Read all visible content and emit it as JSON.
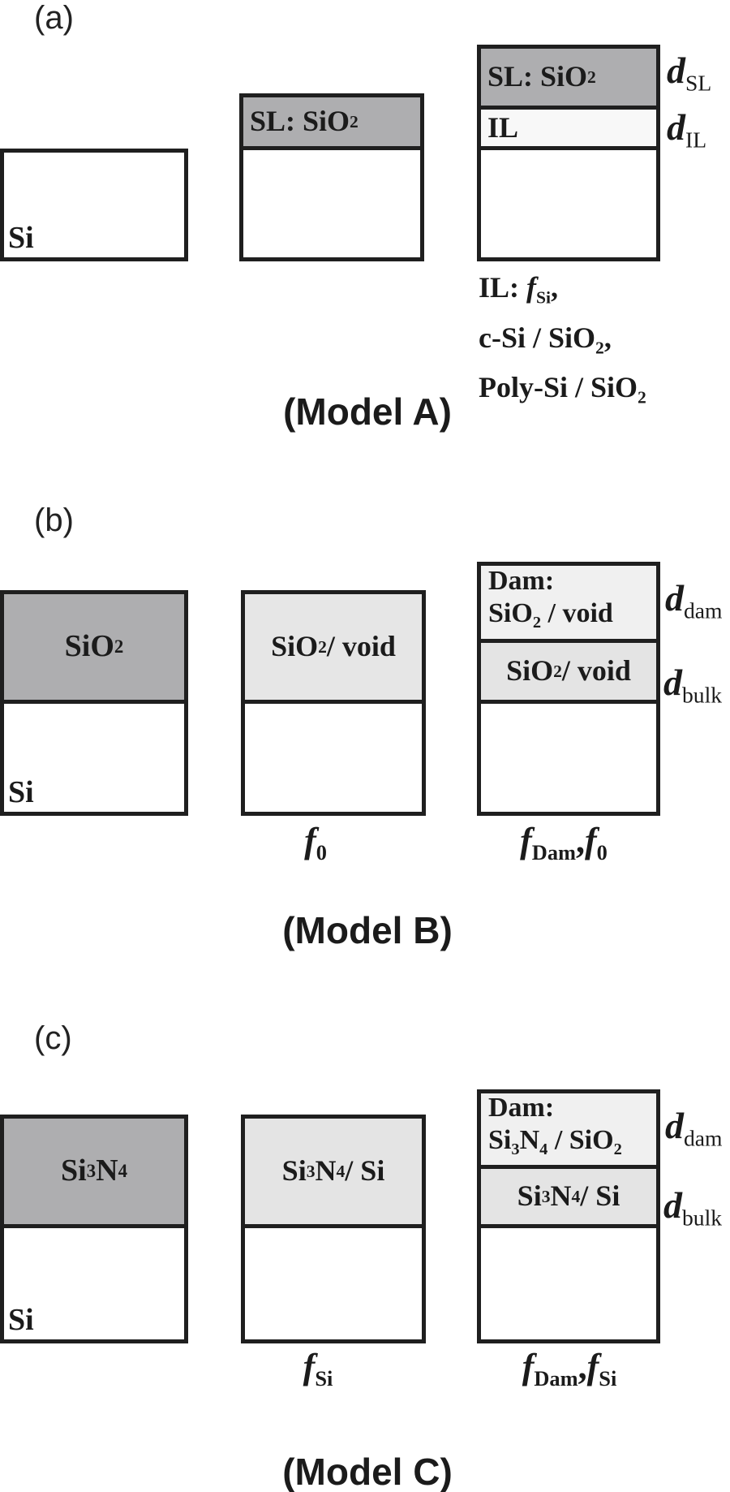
{
  "colors": {
    "band_medium_gray": "#aeaeb0",
    "band_interlayer_gray": "#f8f8f8",
    "band_light_gray": "#e6e6e6",
    "band_lighter_gray": "#f0f0f0",
    "band_bulk_gray": "#e4e4e4",
    "line_ink": "#1f1f1f"
  },
  "panel_a": {
    "tag": "(a)",
    "substrate_label": "Si",
    "box2_band": [
      {
        "t": "SL: SiO"
      },
      {
        "t": "2",
        "sub": true
      }
    ],
    "box3_sl_band": [
      {
        "t": "SL: SiO"
      },
      {
        "t": "2",
        "sub": true
      }
    ],
    "box3_il_band": [
      {
        "t": "IL"
      }
    ],
    "d_sl": [
      {
        "t": "d",
        "i": true
      },
      {
        "t": "SL",
        "sub": true,
        "rg": true
      }
    ],
    "d_il": [
      {
        "t": "d",
        "i": true
      },
      {
        "t": "IL",
        "sub": true,
        "rg": true
      }
    ],
    "il_note_line1": [
      {
        "t": "IL: "
      },
      {
        "t": "f",
        "i": true
      },
      {
        "t": "Si",
        "sub": true
      },
      {
        "t": ","
      }
    ],
    "il_note_line2": [
      {
        "t": "c-Si / SiO"
      },
      {
        "t": "2",
        "sub": true
      },
      {
        "t": ","
      }
    ],
    "il_note_line3": [
      {
        "t": "Poly-Si / SiO"
      },
      {
        "t": "2",
        "sub": true
      }
    ],
    "model_label": "(Model A)"
  },
  "panel_b": {
    "tag": "(b)",
    "substrate_label": "Si",
    "box1_band": [
      {
        "t": "SiO"
      },
      {
        "t": "2",
        "sub": true
      }
    ],
    "box2_band": [
      {
        "t": "SiO"
      },
      {
        "t": "2",
        "sub": true
      },
      {
        "t": " / void"
      }
    ],
    "box3_dam_line1": [
      {
        "t": "Dam:"
      }
    ],
    "box3_dam_line2": [
      {
        "t": "SiO"
      },
      {
        "t": "2",
        "sub": true
      },
      {
        "t": " / void"
      }
    ],
    "box3_bulk_band": [
      {
        "t": "SiO"
      },
      {
        "t": "2",
        "sub": true
      },
      {
        "t": " / void"
      }
    ],
    "d_dam": [
      {
        "t": "d",
        "i": true
      },
      {
        "t": "dam",
        "sub": true,
        "rg": true
      }
    ],
    "d_bulk": [
      {
        "t": "d",
        "i": true
      },
      {
        "t": "bulk",
        "sub": true,
        "rg": true
      }
    ],
    "f_box2": [
      {
        "t": "f",
        "i": true
      },
      {
        "t": "0",
        "sub": true
      }
    ],
    "f_box3": [
      {
        "t": "f",
        "i": true
      },
      {
        "t": "Dam",
        "sub": true
      },
      {
        "t": ","
      },
      {
        "t": "f",
        "i": true
      },
      {
        "t": "0",
        "sub": true
      }
    ],
    "model_label": "(Model B)"
  },
  "panel_c": {
    "tag": "(c)",
    "substrate_label": "Si",
    "box1_band": [
      {
        "t": "Si"
      },
      {
        "t": "3",
        "sub": true
      },
      {
        "t": "N"
      },
      {
        "t": "4",
        "sub": true
      }
    ],
    "box2_band": [
      {
        "t": "Si"
      },
      {
        "t": "3",
        "sub": true
      },
      {
        "t": "N"
      },
      {
        "t": "4",
        "sub": true
      },
      {
        "t": " / Si"
      }
    ],
    "box3_dam_line1": [
      {
        "t": "Dam:"
      }
    ],
    "box3_dam_line2": [
      {
        "t": "Si"
      },
      {
        "t": "3",
        "sub": true
      },
      {
        "t": "N"
      },
      {
        "t": "4",
        "sub": true
      },
      {
        "t": " / SiO"
      },
      {
        "t": "2",
        "sub": true
      }
    ],
    "box3_bulk_band": [
      {
        "t": "Si"
      },
      {
        "t": "3",
        "sub": true
      },
      {
        "t": "N"
      },
      {
        "t": "4",
        "sub": true
      },
      {
        "t": " / Si"
      }
    ],
    "d_dam": [
      {
        "t": "d",
        "i": true
      },
      {
        "t": "dam",
        "sub": true,
        "rg": true
      }
    ],
    "d_bulk": [
      {
        "t": "d",
        "i": true
      },
      {
        "t": "bulk",
        "sub": true,
        "rg": true
      }
    ],
    "f_box2": [
      {
        "t": "f",
        "i": true
      },
      {
        "t": "Si",
        "sub": true
      }
    ],
    "f_box3": [
      {
        "t": "f",
        "i": true
      },
      {
        "t": "Dam",
        "sub": true
      },
      {
        "t": ","
      },
      {
        "t": "f",
        "i": true
      },
      {
        "t": "Si",
        "sub": true
      }
    ],
    "model_label": "(Model C)"
  }
}
